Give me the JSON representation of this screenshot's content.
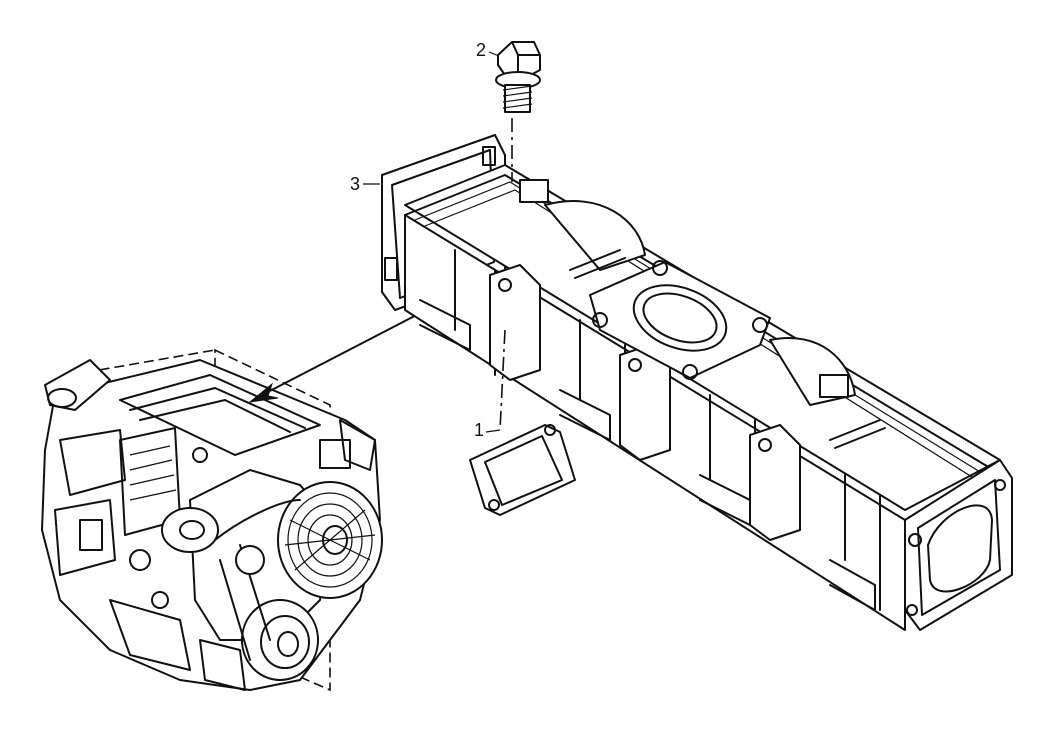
{
  "callouts": {
    "gasket": "1",
    "bolt": "2",
    "manifold": "3"
  },
  "colors": {
    "ink": "#111111",
    "paper": "#ffffff"
  },
  "parts": [
    {
      "callout": "1",
      "icon": "gasket-icon"
    },
    {
      "callout": "2",
      "icon": "bolt-icon"
    },
    {
      "callout": "3",
      "icon": "exhaust-manifold-icon"
    }
  ]
}
